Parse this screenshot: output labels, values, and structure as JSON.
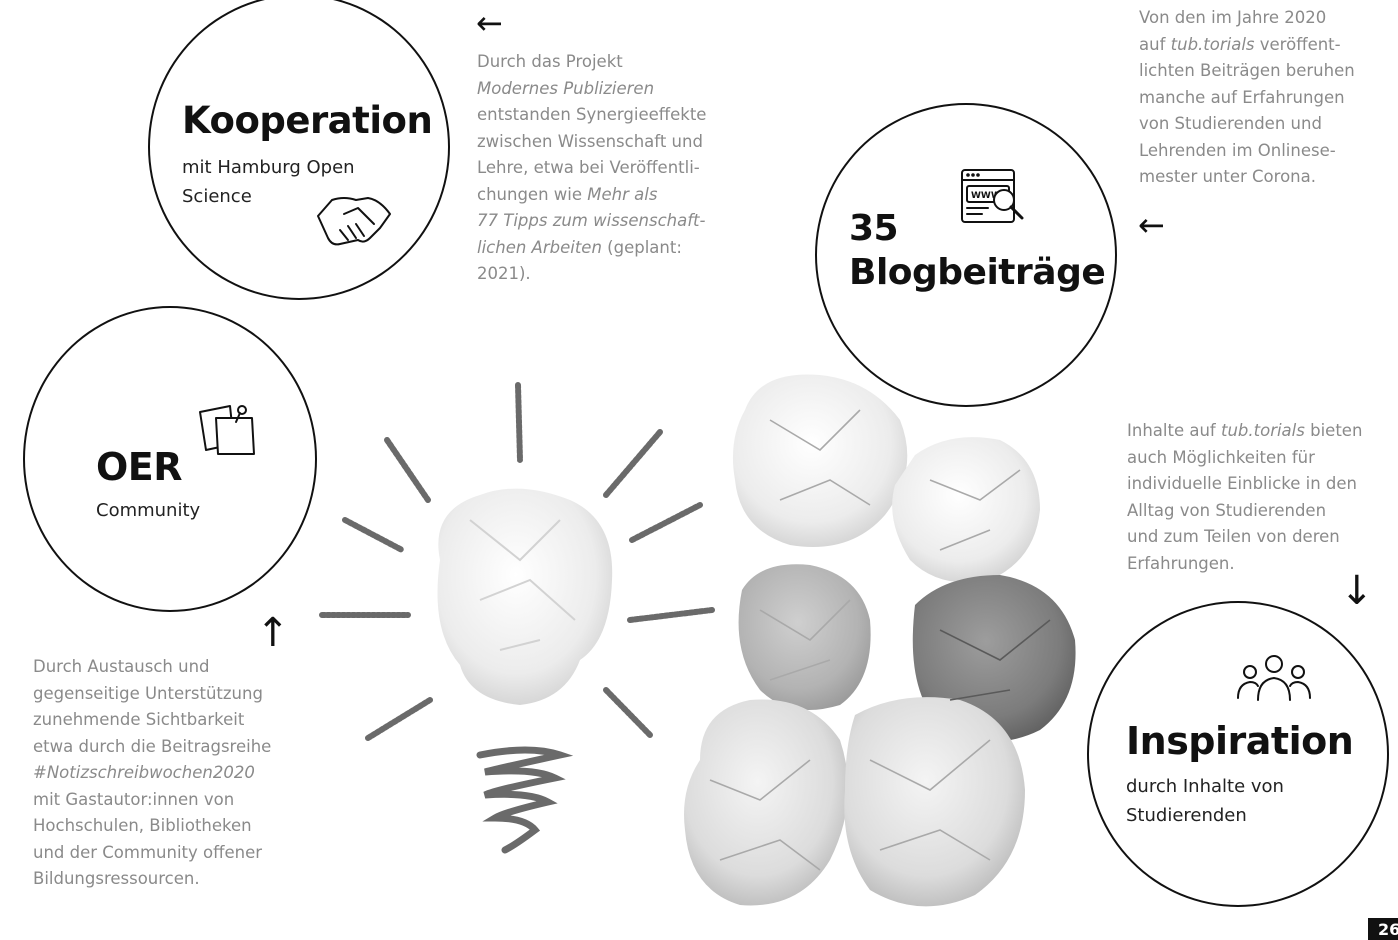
{
  "kooperation": {
    "title": "Kooperation",
    "subtitle_line1": "mit Hamburg Open",
    "subtitle_line2": "Science",
    "icon": "handshake-icon"
  },
  "kooperation_note": {
    "l1": "Durch das Projekt",
    "l2_italic": "Modernes Publizieren",
    "l3": "entstanden Synergieeffekte",
    "l4": "zwischen Wissenschaft und",
    "l5": "Lehre, etwa bei Veröffentli-",
    "l6": "chungen wie",
    "l6_italic": "Mehr als",
    "l7_italic": "77 Tipps zum wissenschaft-",
    "l8_italic": "lichen Arbeiten",
    "l8": "(geplant:",
    "l9": "2021)."
  },
  "blog": {
    "number": "35",
    "title": "Blogbeiträge",
    "icon": "website-search-icon"
  },
  "blog_note": {
    "l1": "Von den im Jahre 2020",
    "l2a": "auf",
    "l2_italic": "tub.torials",
    "l2b": "veröffent-",
    "l3": "lichten Beiträgen beruhen",
    "l4": "manche auf Erfahrungen",
    "l5": "von Studierenden und",
    "l6": "Lehrenden im Onlinese-",
    "l7": "mester unter Corona."
  },
  "oer": {
    "title": "OER",
    "subtitle": "Community",
    "icon": "sticky-notes-icon"
  },
  "oer_note": {
    "l1": "Durch Austausch und",
    "l2": "gegenseitige Unterstützung",
    "l3": "zunehmende Sichtbarkeit",
    "l4": "etwa durch die Beitragsreihe",
    "l5_italic": "#Notizschreibwochen2020",
    "l6": "mit Gastautor:innen von",
    "l7": "Hochschulen, Bibliotheken",
    "l8": "und der Community offener",
    "l9": "Bildungsressourcen."
  },
  "inspiration": {
    "title": "Inspiration",
    "subtitle_line1": "durch Inhalte von",
    "subtitle_line2": "Studierenden",
    "icon": "people-group-icon"
  },
  "inspiration_note": {
    "l1a": "Inhalte auf",
    "l1_italic": "tub.torials",
    "l1b": "bieten",
    "l2": "auch Möglichkeiten für",
    "l3": "individuelle Einblicke in den",
    "l4": "Alltag von Studierenden",
    "l5": "und zum Teilen von deren",
    "l6": "Erfahrungen."
  },
  "arrows": {
    "top": "←",
    "blog": "←",
    "oer": "↑",
    "inspiration": "↓"
  },
  "page_number": "26",
  "colors": {
    "text_gray": "#8a8a8a",
    "ink": "#111111",
    "background": "#ffffff"
  }
}
